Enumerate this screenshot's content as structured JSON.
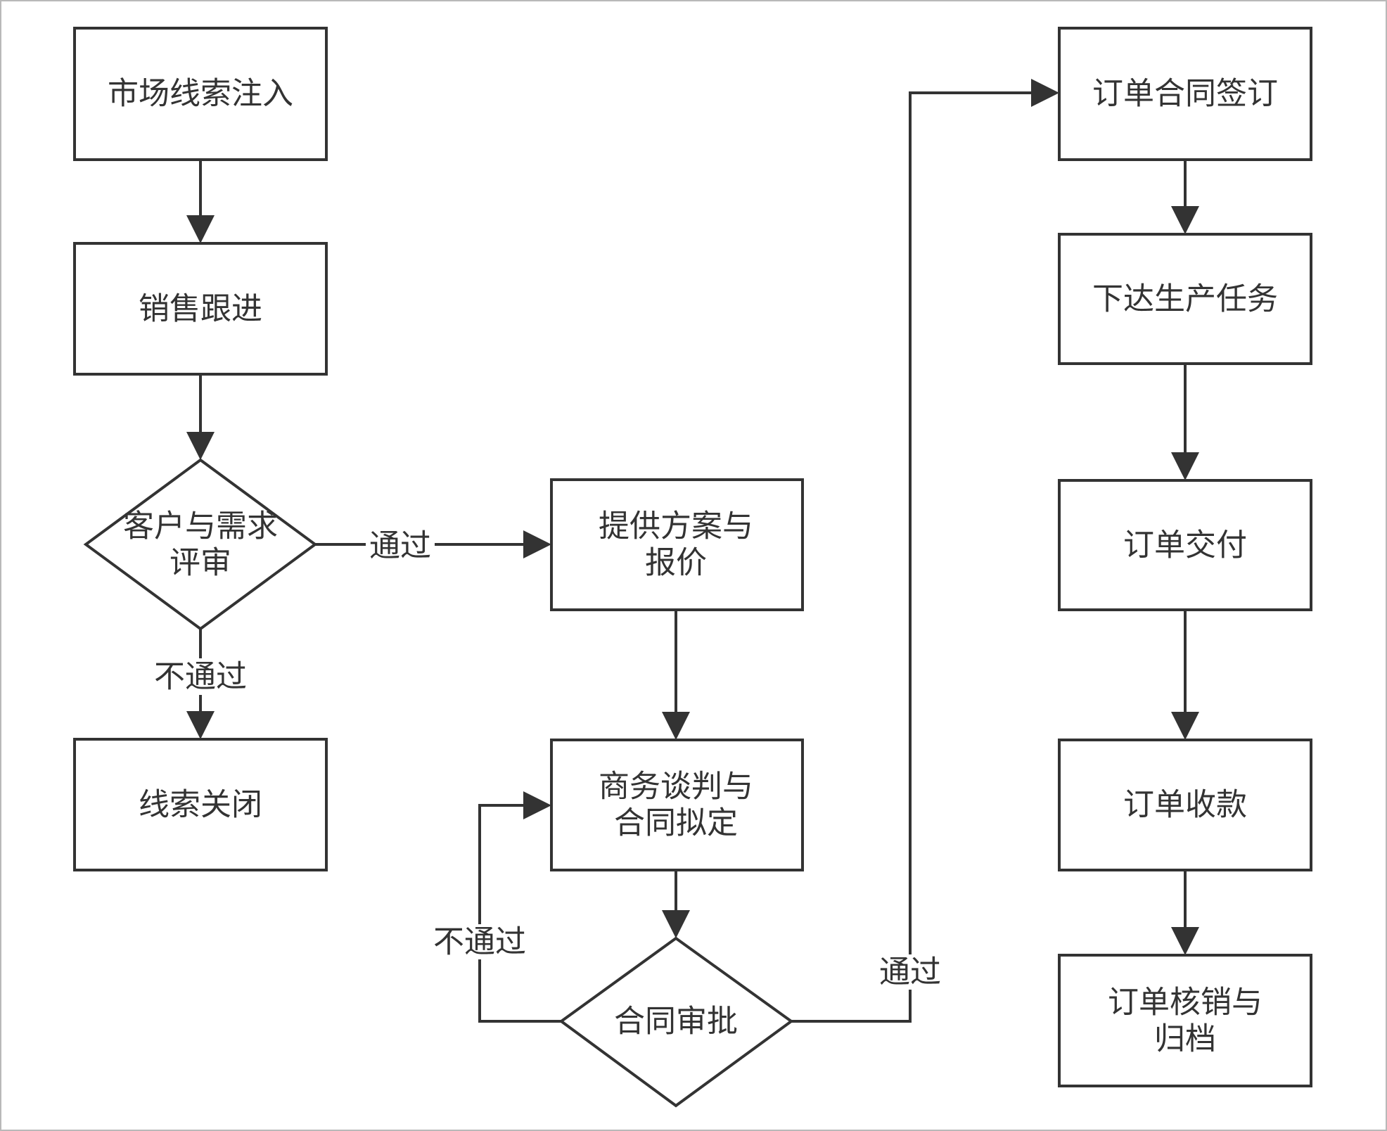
{
  "nodes": {
    "lead_injection": {
      "label": [
        "市场线索注入"
      ]
    },
    "sales_followup": {
      "label": [
        "销售跟进"
      ]
    },
    "customer_review": {
      "label": [
        "客户与需求",
        "评审"
      ]
    },
    "lead_closed": {
      "label": [
        "线索关闭"
      ]
    },
    "proposal_quote": {
      "label": [
        "提供方案与",
        "报价"
      ]
    },
    "negotiation_contract": {
      "label": [
        "商务谈判与",
        "合同拟定"
      ]
    },
    "contract_approval": {
      "label": [
        "合同审批"
      ]
    },
    "contract_signing": {
      "label": [
        "订单合同签订"
      ]
    },
    "production_task": {
      "label": [
        "下达生产任务"
      ]
    },
    "order_delivery": {
      "label": [
        "订单交付"
      ]
    },
    "order_payment": {
      "label": [
        "订单收款"
      ]
    },
    "order_archive": {
      "label": [
        "订单核销与",
        "归档"
      ]
    }
  },
  "edges": {
    "review_pass": "通过",
    "review_fail": "不通过",
    "approval_fail": "不通过",
    "approval_pass": "通过"
  }
}
